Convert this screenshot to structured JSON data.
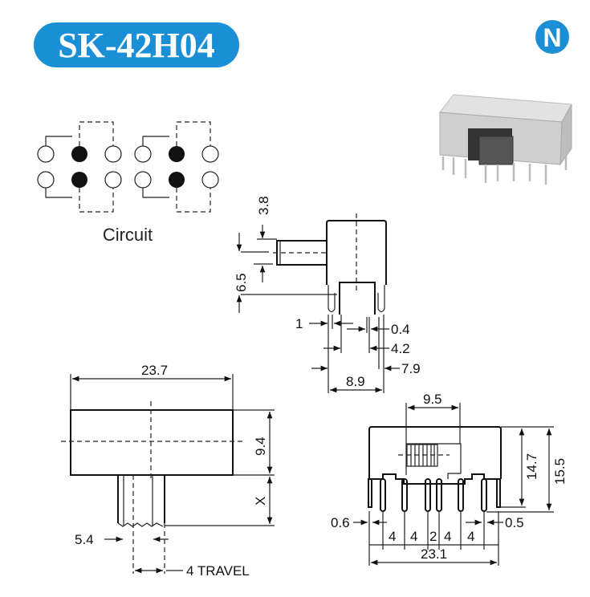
{
  "title": "SK-42H04",
  "logo_letter": "N",
  "colors": {
    "brand": "#1b8fd6",
    "line": "#222222"
  },
  "circuit": {
    "label": "Circuit"
  },
  "side_view": {
    "dims": {
      "shaft": "3.8",
      "height": "6.5",
      "pin_w": "1",
      "pin_t": "0.4",
      "pin_pitch": "4.2",
      "outer": "7.9",
      "width": "8.9"
    }
  },
  "top_view": {
    "dims": {
      "length": "23.7",
      "width": "9.4",
      "lever_h": "X",
      "lever_w": "5.4",
      "travel": "4 TRAVEL"
    }
  },
  "front_view": {
    "dims": {
      "slot": "9.5",
      "body_h": "14.7",
      "total_h": "15.5",
      "lead_left": "0.6",
      "lead_right": "0.5",
      "pitches": [
        "4",
        "4",
        "2",
        "4",
        "4"
      ],
      "length": "23.1"
    }
  }
}
